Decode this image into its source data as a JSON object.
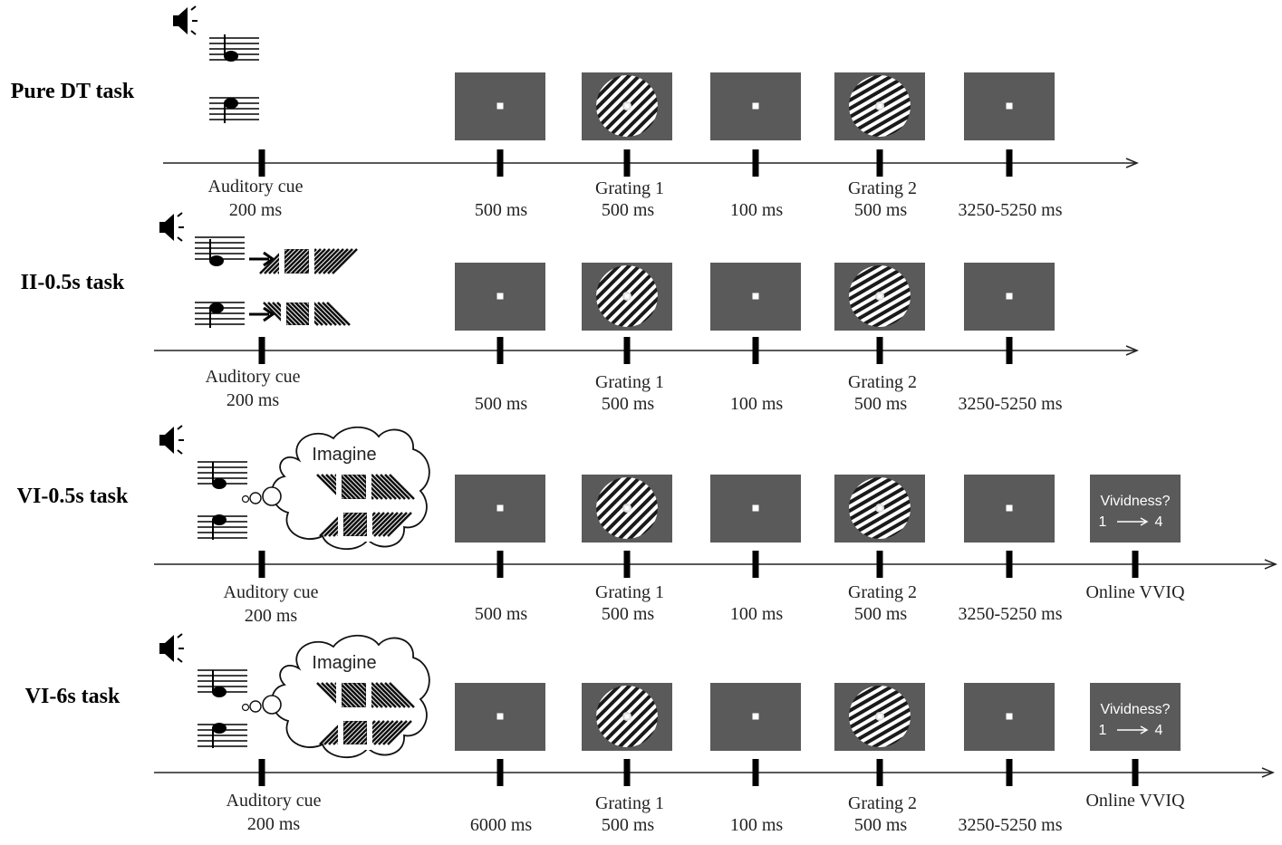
{
  "colors": {
    "screen": "#5a5a5a",
    "fixation": "#ffffff",
    "ink": "#000000"
  },
  "icons": {
    "speaker": "speaker-icon",
    "note_high": "music-note-high-icon",
    "note_low": "music-note-low-icon",
    "arrow": "arrow-right-icon",
    "grating": "grating-icon",
    "cloud": "thought-cloud-icon"
  },
  "tasks": [
    {
      "name": "Pure DT task",
      "variant": "dt",
      "events": [
        {
          "kind": "cue",
          "line1": "Auditory cue",
          "line2": "200 ms"
        },
        {
          "kind": "fix",
          "line1": "",
          "line2": "500 ms"
        },
        {
          "kind": "grating",
          "line1": "Grating 1",
          "line2": "500 ms",
          "dir": 1
        },
        {
          "kind": "fix",
          "line1": "",
          "line2": "100 ms"
        },
        {
          "kind": "grating",
          "line1": "Grating 2",
          "line2": "500 ms",
          "dir": -1
        },
        {
          "kind": "fix",
          "line1": "",
          "line2": "3250-5250 ms"
        }
      ]
    },
    {
      "name": "II-0.5s task",
      "variant": "ii",
      "events": [
        {
          "kind": "cue",
          "line1": "Auditory cue",
          "line2": "200 ms"
        },
        {
          "kind": "fix",
          "line1": "",
          "line2": "500 ms"
        },
        {
          "kind": "grating",
          "line1": "Grating 1",
          "line2": "500 ms",
          "dir": 1
        },
        {
          "kind": "fix",
          "line1": "",
          "line2": "100 ms"
        },
        {
          "kind": "grating",
          "line1": "Grating 2",
          "line2": "500 ms",
          "dir": -1
        },
        {
          "kind": "fix",
          "line1": "",
          "line2": "3250-5250 ms"
        }
      ]
    },
    {
      "name": "VI-0.5s task",
      "variant": "vi",
      "imagine": "Imagine",
      "events": [
        {
          "kind": "cue",
          "line1": "Auditory cue",
          "line2": "200 ms"
        },
        {
          "kind": "fix",
          "line1": "",
          "line2": "500 ms"
        },
        {
          "kind": "grating",
          "line1": "Grating 1",
          "line2": "500 ms",
          "dir": 1
        },
        {
          "kind": "fix",
          "line1": "",
          "line2": "100 ms"
        },
        {
          "kind": "grating",
          "line1": "Grating 2",
          "line2": "500 ms",
          "dir": -1
        },
        {
          "kind": "fix",
          "line1": "",
          "line2": "3250-5250 ms"
        },
        {
          "kind": "vviq",
          "line1": "Online VVIQ",
          "line2": "",
          "q": "Vividness?",
          "from": "1",
          "to": "4"
        }
      ]
    },
    {
      "name": "VI-6s task",
      "variant": "vi",
      "imagine": "Imagine",
      "events": [
        {
          "kind": "cue",
          "line1": "Auditory cue",
          "line2": "200 ms"
        },
        {
          "kind": "fix",
          "line1": "",
          "line2": "6000 ms"
        },
        {
          "kind": "grating",
          "line1": "Grating 1",
          "line2": "500 ms",
          "dir": 1
        },
        {
          "kind": "fix",
          "line1": "",
          "line2": "100 ms"
        },
        {
          "kind": "grating",
          "line1": "Grating 2",
          "line2": "500 ms",
          "dir": -1
        },
        {
          "kind": "fix",
          "line1": "",
          "line2": "3250-5250 ms"
        },
        {
          "kind": "vviq",
          "line1": "Online VVIQ",
          "line2": "",
          "q": "Vividness?",
          "from": "1",
          "to": "4"
        }
      ]
    }
  ]
}
